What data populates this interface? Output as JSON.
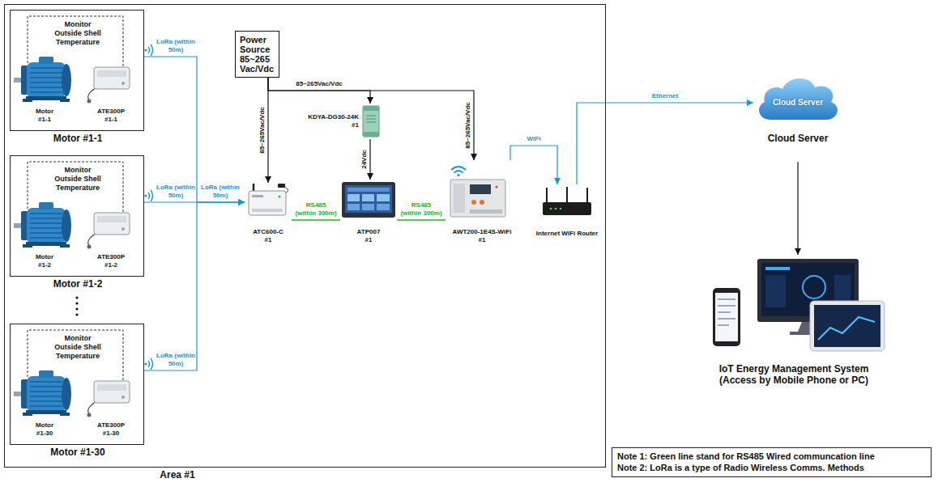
{
  "diagram": {
    "nodes": [
      {
        "text": [
          "Area #1"
        ]
      },
      {
        "text": [
          "Monitor Outside Shell Temperature",
          "Motor #1-1",
          "ATE300P #1-1",
          "Motor #1-1"
        ],
        "in": 0
      },
      {
        "text": [
          "Monitor Outside Shell Temperature",
          "Motor #1-2",
          "ATE300P #1-2",
          "Motor #1-2"
        ],
        "in": 0
      },
      {
        "text": [
          "Monitor Outside Shell Temperature",
          "Motor #1-30",
          "ATE300P #1-30",
          "Motor #1-30"
        ],
        "in": 0
      },
      {
        "text": [
          "Power Source 85~265 Vac/Vdc"
        ],
        "in": 0
      },
      {
        "text": [
          "ATC600-C #1"
        ],
        "in": 0
      },
      {
        "text": [
          "KDYA-DG30-24K #1"
        ],
        "in": 0
      },
      {
        "text": [
          "ATP007 #1"
        ],
        "in": 0
      },
      {
        "text": [
          "AWT200-1E4S-WiFi #1"
        ],
        "in": 0
      },
      {
        "text": [
          "Internet WiFi Router"
        ],
        "in": 0
      },
      {
        "text": [
          "Cloud Server",
          "Cloud Server"
        ]
      },
      {
        "text": [
          "IoT Energy Management System (Access by Mobile Phone or PC)"
        ]
      },
      {
        "text": [
          "Note 1: Green line stand for RS485 Wired communcation line",
          "Note 2: LoRa is a type of Radio Wireless Comms. Methods"
        ]
      }
    ],
    "edges": [
      {
        "from": 1,
        "to": 5,
        "arrow": "to",
        "label": "LoRa (within 50m)"
      },
      {
        "from": 2,
        "to": 5,
        "arrow": "to",
        "label": "LoRa (within 50m)"
      },
      {
        "from": 3,
        "to": 5,
        "arrow": "to",
        "label": "LoRa (within 50m)"
      },
      {
        "from": 4,
        "to": 5,
        "arrow": "to",
        "label": "85~265Vac/Vdc"
      },
      {
        "from": 4,
        "to": 6,
        "arrow": "to",
        "label": "85~265Vac/Vdc"
      },
      {
        "from": 4,
        "to": 8,
        "arrow": "to",
        "label": "85~265Vac/Vdc"
      },
      {
        "from": 6,
        "to": 7,
        "arrow": "to",
        "label": "24Vdc"
      },
      {
        "from": 5,
        "to": 7,
        "arrow": "none",
        "label": "RS485 (within 300m)"
      },
      {
        "from": 7,
        "to": 8,
        "arrow": "none",
        "label": "RS485 (within 300m)"
      },
      {
        "from": 8,
        "to": 9,
        "arrow": "to",
        "label": "WiFi"
      },
      {
        "from": 9,
        "to": 10,
        "arrow": "to",
        "label": "Ethernet"
      },
      {
        "from": 10,
        "to": 11,
        "arrow": "to"
      }
    ],
    "labels": [
      "LoRa (within 50m)"
    ]
  }
}
